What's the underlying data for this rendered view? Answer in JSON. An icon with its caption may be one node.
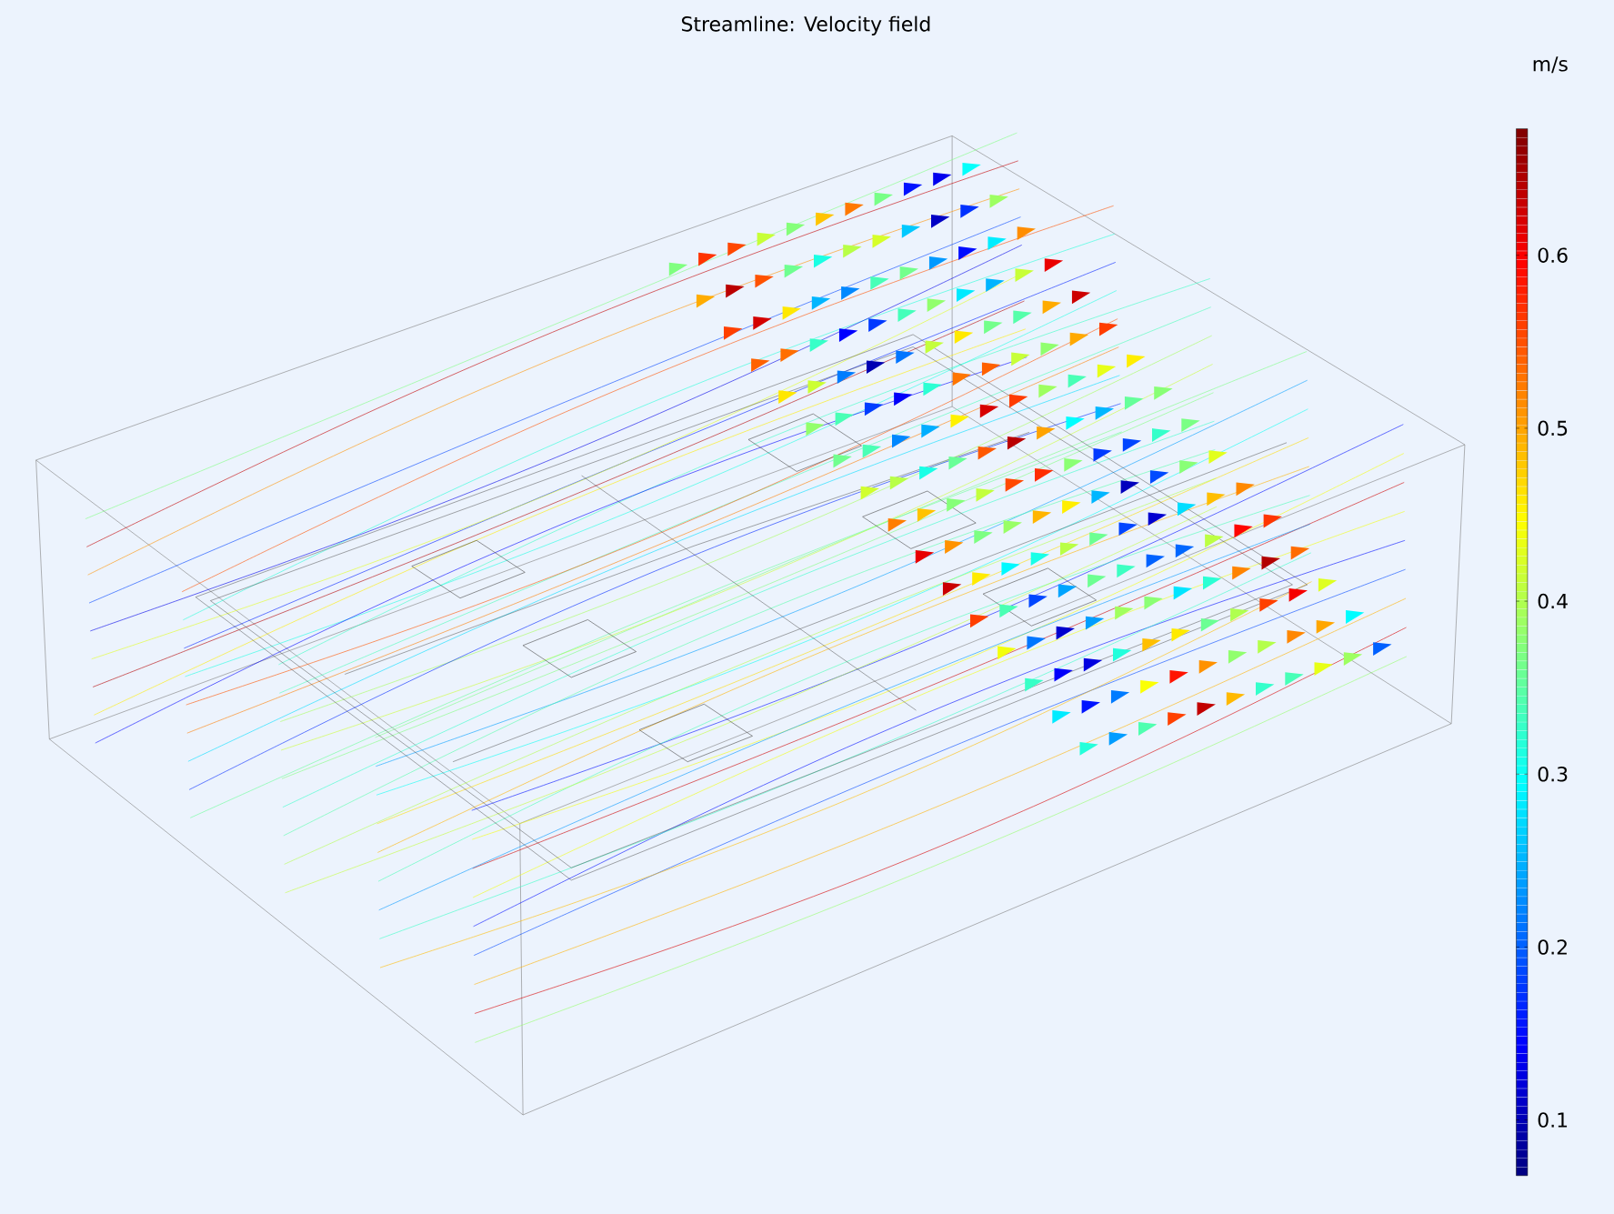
{
  "diagram": {
    "title": "Streamline: Velocity field",
    "labels": [
      "m/s",
      "0.6",
      "0.5",
      "0.4",
      "0.3",
      "0.2",
      "0.1"
    ]
  }
}
